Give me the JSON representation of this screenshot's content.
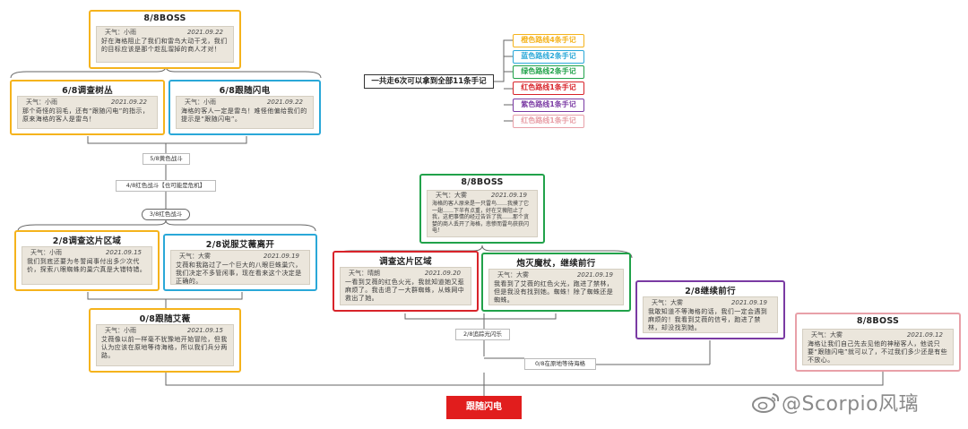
{
  "colors": {
    "orange": "#f5b31c",
    "blue": "#2aa8d8",
    "green": "#21a24a",
    "red": "#d8232a",
    "purple": "#7a3aa3",
    "pink": "#e8a0a8",
    "root": "#e11d1d"
  },
  "cards": {
    "top_boss": {
      "title": "8/8BOSS",
      "weather": "天气：小雨",
      "date": "2021.09.22",
      "text": "好在海格阻止了我们和雷鸟大动干戈，我们的目标应该是那个趁乱溜掉的商人才对！"
    },
    "investigate_bushes": {
      "title": "6/8调查树丛",
      "weather": "天气：小雨",
      "date": "2021.09.22",
      "text": "那个奇怪的羽毛，还有“跟随闪电”的指示，原来海格的客人是雷鸟！"
    },
    "follow_lightning_6": {
      "title": "6/8跟随闪电",
      "weather": "天气：小雨",
      "date": "2021.09.22",
      "text": "海格的客人一定是雷鸟！难怪他偏给我们的提示是“跟随闪电”。"
    },
    "investigate_area_2": {
      "title": "2/8调查这片区域",
      "weather": "天气：小雨",
      "date": "2021.09.15",
      "text": "我们到底还要为冬誓闻事付出多少次代价，探索八眼蜘蛛的巢穴真是大错特错。"
    },
    "persuade_ivy": {
      "title": "2/8说服艾薇离开",
      "weather": "天气：大雾",
      "date": "2021.09.19",
      "text": "艾薇和我路过了一个巨大的八眼巨蛛巢穴，我们决定不多管闲事，现在看来这个决定是正确的。"
    },
    "follow_ivy": {
      "title": "0/8跟随艾薇",
      "weather": "天气：小雨",
      "date": "2021.09.15",
      "text": "艾薇像以前一样毫不犹豫地开始冒险，但我认为应该在原地等待海格，所以我们兵分两路。"
    },
    "mid_boss": {
      "title": "8/8BOSS",
      "weather": "天气：大雾",
      "date": "2021.09.19",
      "text": "海格的客人原来是一只雷鸟……我摸了它一翅……下半有点重，好在艾薇阻止了我，这把事情的经过告诉了我……那个贪婪的商人丢开了海格，悲惨而雷鸟获获闪电！"
    },
    "investigate_area_red": {
      "title": "调查这片区域",
      "weather": "天气：晴朗",
      "date": "2021.09.20",
      "text": "一看到艾薇的红色火光，我就知道她又惹麻烦了。我击退了一大群蜘蛛，从蛛网中救出了她。"
    },
    "destroy_wand": {
      "title": "炮灭魔杖，继续前行",
      "weather": "天气：大雾",
      "date": "2021.09.19",
      "text": "我看到了艾薇的红色火光，跑进了禁林，但是我没有找到她。蜘蛛！除了蜘蛛还是蜘蛛。"
    },
    "continue_forward": {
      "title": "2/8继续前行",
      "weather": "天气：大雾",
      "date": "2021.09.19",
      "text": "我敢知道不等海格的话，我们一定会遇到麻烦的！我看到艾薇的信号，跑进了禁林，却没找到她。"
    },
    "right_boss": {
      "title": "8/8BOSS",
      "weather": "天气：大雾",
      "date": "2021.09.12",
      "text": "海格让我们自己先去见他的神秘客人，他说只要“跟随闪电”就可以了，不过我们多少还是有些不放心。"
    }
  },
  "pills": {
    "p1": "5/8黄色战斗",
    "p2": "4/8红色战斗【也可能是危机】",
    "p3": "3/8红色战斗",
    "p4": "2/8追踪光闪乐",
    "p5": "0/8在原地等待海格"
  },
  "summary": "一共走6次可以拿到全部11条手记",
  "legend": [
    {
      "label": "橙色路线4条手记",
      "color": "#f5b31c"
    },
    {
      "label": "蓝色路线2条手记",
      "color": "#2aa8d8"
    },
    {
      "label": "绿色路线2条手记",
      "color": "#21a24a"
    },
    {
      "label": "红色路线1条手记",
      "color": "#d8232a"
    },
    {
      "label": "紫色路线1条手记",
      "color": "#7a3aa3"
    },
    {
      "label": "红色路线1条手记",
      "color": "#e8a0a8"
    }
  ],
  "root": "跟随闪电",
  "watermark": "@Scorpio风璃"
}
